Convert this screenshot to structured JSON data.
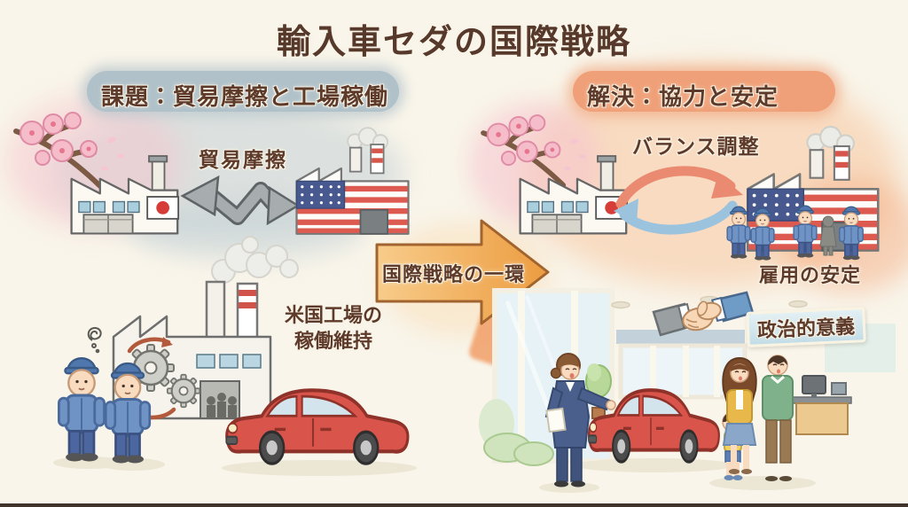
{
  "title": "輸入車セダの国際戦略",
  "panels": {
    "left": {
      "headline": "課題：貿易摩擦と工場稼働",
      "labels": {
        "trade_friction": "貿易摩擦",
        "us_factory_line1": "米国工場の",
        "us_factory_line2": "稼働維持"
      }
    },
    "right": {
      "headline": "解決：協力と安定",
      "labels": {
        "balance": "バランス調整",
        "employment": "雇用の安定",
        "political": "政治的意義"
      }
    }
  },
  "center": {
    "arrow_label": "国際戦略の一環"
  },
  "colors": {
    "background": "#f9f5ea",
    "title_text": "#57392b",
    "label_text": "#5d3a2a",
    "left_headline_band": "#b0c1c9",
    "right_headline_band": "#efa078",
    "strategy_arrow_fill": "#f2a94f",
    "strategy_arrow_outline": "#a2642f",
    "trade_arrow_gray": "#a7adaf",
    "balance_arrow_red": "#ea8a70",
    "balance_arrow_blue": "#9cc3de",
    "car_red": "#d9544a",
    "worker_uniform_blue": "#6f93c4",
    "japan_flag_red": "#d63c38",
    "us_flag_blue": "#47598f",
    "blossom_pink": "#f5bcc9",
    "political_box_blue": "#c2dde7",
    "bottom_bar": "#40332b"
  },
  "illustrations": {
    "left": [
      "cherry-blossom-branch",
      "japan-factory",
      "trade-friction-zigzag-arrow",
      "us-flag-factory",
      "thought-scribble",
      "worried-workers",
      "gear-factory",
      "smoke-clouds",
      "red-sedan"
    ],
    "center": [
      "strategy-arrow"
    ],
    "right": [
      "cherry-blossom-branch",
      "japan-factory",
      "balance-cycle-arrows",
      "us-flag-factory",
      "factory-workers",
      "handshake",
      "car-showroom",
      "saleswoman",
      "red-sedan",
      "family",
      "reception-desk"
    ]
  }
}
